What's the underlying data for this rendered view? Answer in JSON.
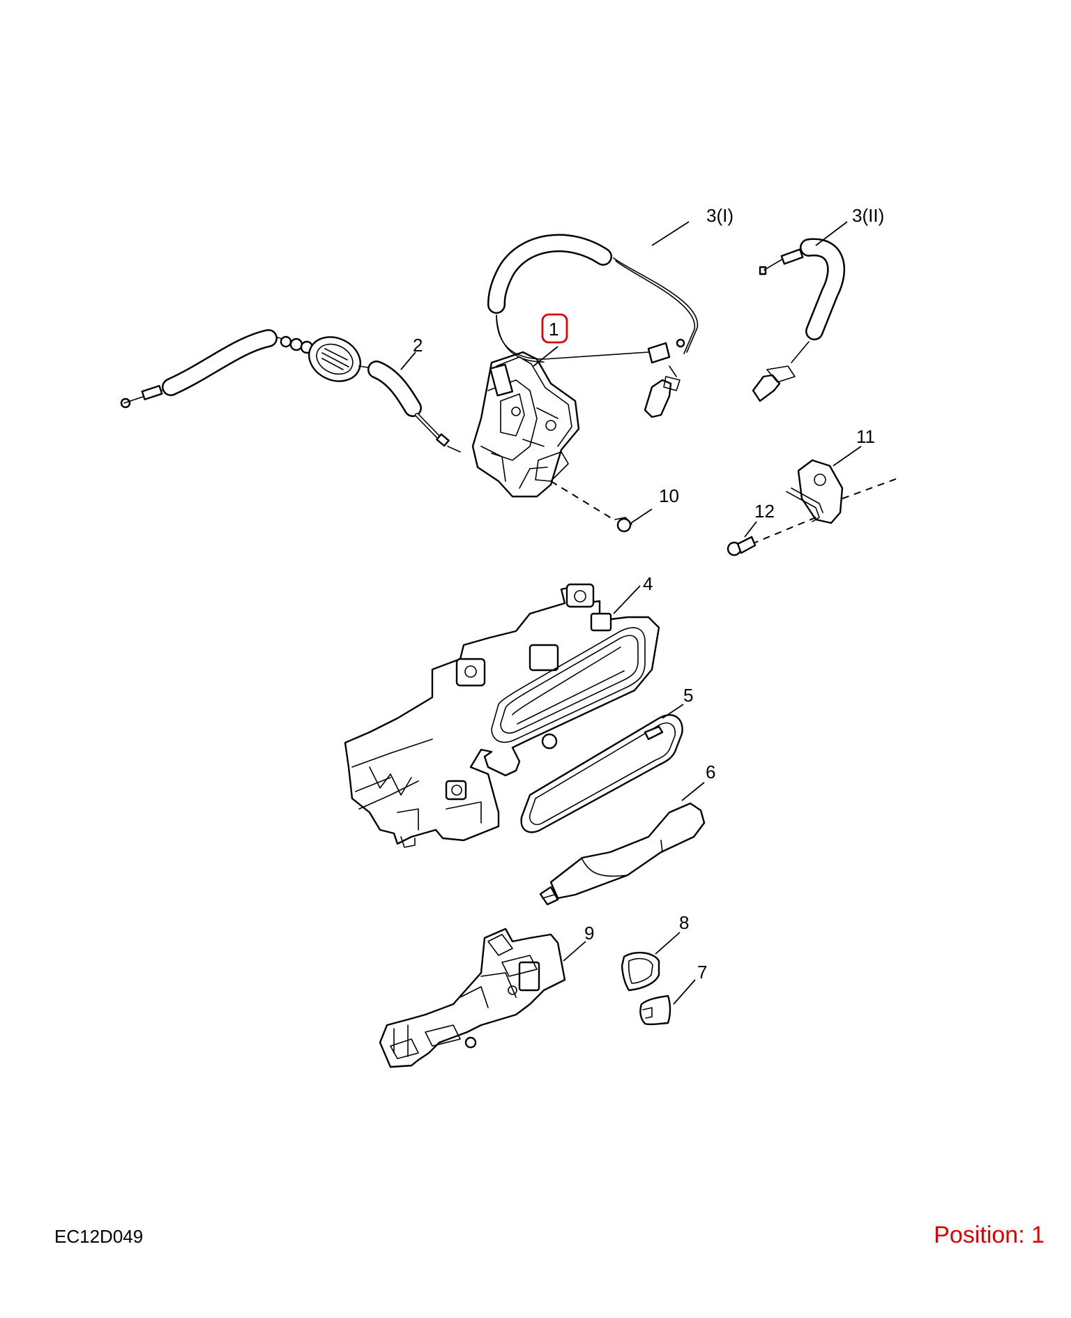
{
  "callouts": {
    "p1": "1",
    "p2": "2",
    "p3a": "3(I)",
    "p3b": "3(II)",
    "p4": "4",
    "p5": "5",
    "p6": "6",
    "p7": "7",
    "p8": "8",
    "p9": "9",
    "p10": "10",
    "p11": "11",
    "p12": "12"
  },
  "selected_callout": "1",
  "footer": {
    "diagram_code": "EC12D049",
    "position_label": "Position: 1"
  },
  "colors": {
    "highlight": "#e00000",
    "line": "#000000",
    "background": "#ffffff"
  }
}
